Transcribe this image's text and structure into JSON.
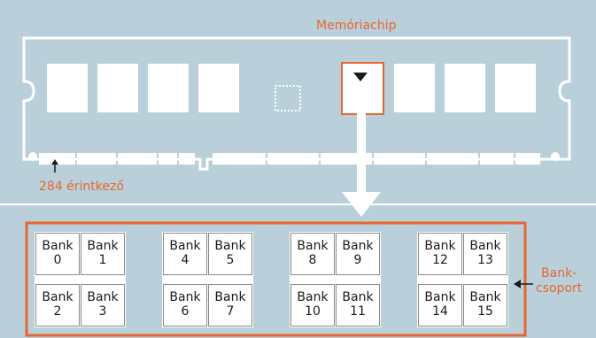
{
  "labels": {
    "memory_chip": "Memóriachip",
    "contacts": "284 érintkező",
    "bank_group": "Bank-\ncsoport"
  },
  "banks": [
    {
      "word": "Bank",
      "num": "0"
    },
    {
      "word": "Bank",
      "num": "1"
    },
    {
      "word": "Bank",
      "num": "2"
    },
    {
      "word": "Bank",
      "num": "3"
    },
    {
      "word": "Bank",
      "num": "4"
    },
    {
      "word": "Bank",
      "num": "5"
    },
    {
      "word": "Bank",
      "num": "6"
    },
    {
      "word": "Bank",
      "num": "7"
    },
    {
      "word": "Bank",
      "num": "8"
    },
    {
      "word": "Bank",
      "num": "9"
    },
    {
      "word": "Bank",
      "num": "10"
    },
    {
      "word": "Bank",
      "num": "11"
    },
    {
      "word": "Bank",
      "num": "12"
    },
    {
      "word": "Bank",
      "num": "13"
    },
    {
      "word": "Bank",
      "num": "14"
    },
    {
      "word": "Bank",
      "num": "15"
    }
  ],
  "colors": {
    "background": "#b9d0db",
    "accent": "#e8662c",
    "chip": "#ffffff",
    "divider": "#ffffff"
  }
}
